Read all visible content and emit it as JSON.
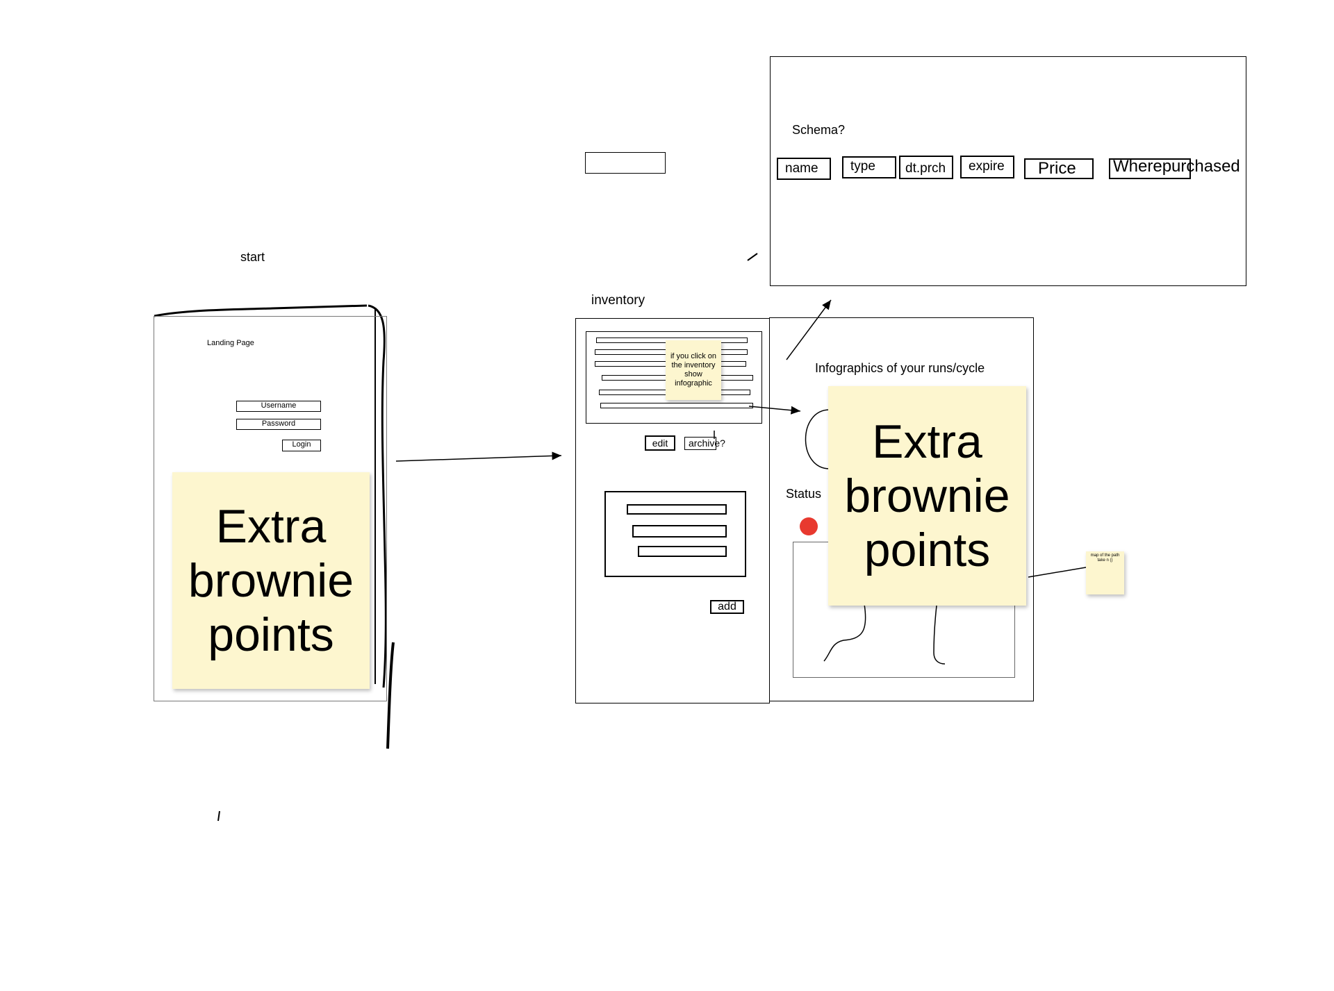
{
  "labels": {
    "start": "start",
    "landing_page": "Landing Page",
    "username": "Username",
    "password": "Password",
    "login": "Login",
    "inventory": "inventory",
    "edit": "edit",
    "archive": "archive?",
    "add": "add",
    "infographics": "Infographics of your runs/cycle",
    "status": "Status",
    "schema": "Schema?"
  },
  "schema_fields": [
    "name",
    "type",
    "dt.prch",
    "expire",
    "Price",
    "Wherepurchased"
  ],
  "stickies": {
    "left": "Extra brownie points",
    "right": "Extra brownie points",
    "inventory_note": "if you click on the inventory show infographic",
    "map_note": "map of the path take n ()"
  },
  "colors": {
    "sticky": "#fdf6cf",
    "status_dot": "#e8392f"
  }
}
